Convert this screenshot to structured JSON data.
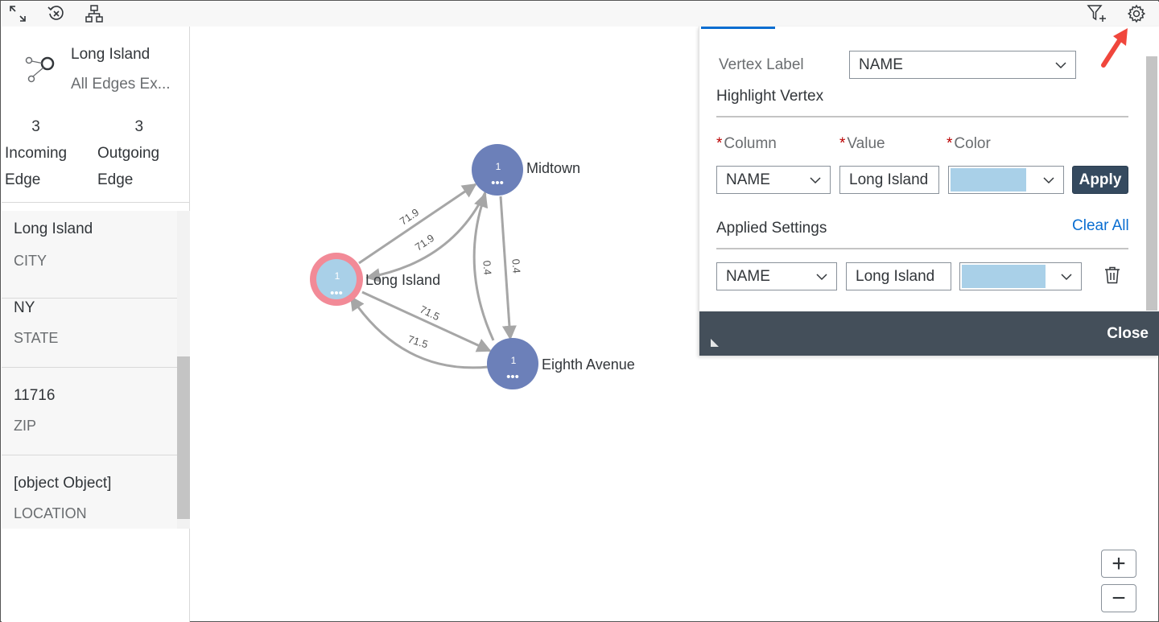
{
  "toolbar": {
    "icons": [
      "expand-icon",
      "clear-selection-icon",
      "hierarchy-icon",
      "add-filter-icon",
      "settings-icon"
    ]
  },
  "vertex_details": {
    "name": "Long Island",
    "subtitle": "All Edges Ex...",
    "incoming": {
      "count": "3",
      "label_line1": "Incoming",
      "label_line2": "Edge"
    },
    "outgoing": {
      "count": "3",
      "label_line1": "Outgoing",
      "label_line2": "Edge"
    },
    "properties": [
      {
        "value": "Long Island",
        "key": "CITY"
      },
      {
        "value": "NY",
        "key": "STATE"
      },
      {
        "value": "11716",
        "key": "ZIP"
      },
      {
        "value": "[object Object]",
        "key": "LOCATION"
      }
    ]
  },
  "graph": {
    "nodes": [
      {
        "id": "long-island",
        "label": "Long Island",
        "badge": "1",
        "dots": "•••",
        "fill": "#a9d0e8",
        "ring": "#f28a97"
      },
      {
        "id": "midtown",
        "label": "Midtown",
        "badge": "1",
        "dots": "•••",
        "fill": "#6c80b9"
      },
      {
        "id": "eighth-avenue",
        "label": "Eighth Avenue",
        "badge": "1",
        "dots": "•••",
        "fill": "#6c80b9"
      }
    ],
    "edges": [
      {
        "from": "long-island",
        "to": "midtown",
        "label": "71.9"
      },
      {
        "from": "midtown",
        "to": "long-island",
        "label": "71.9"
      },
      {
        "from": "midtown",
        "to": "eighth-avenue",
        "label": "0.4"
      },
      {
        "from": "eighth-avenue",
        "to": "midtown",
        "label": "0.4"
      },
      {
        "from": "long-island",
        "to": "eighth-avenue",
        "label": "71.5"
      },
      {
        "from": "eighth-avenue",
        "to": "long-island",
        "label": "71.5"
      }
    ],
    "edge_color": "#a6a6a6"
  },
  "settings": {
    "vertex_label_label": "Vertex Label",
    "vertex_label_value": "NAME",
    "highlight_title": "Highlight Vertex",
    "column_label": "Column",
    "value_label": "Value",
    "color_label": "Color",
    "required_mark": "*",
    "column_value": "NAME",
    "value_value": "Long Island",
    "color_value": "#a9d0e8",
    "apply_label": "Apply",
    "applied_title": "Applied Settings",
    "clear_all_label": "Clear All",
    "applied": {
      "column": "NAME",
      "value": "Long Island",
      "color": "#a9d0e8"
    },
    "close_label": "Close"
  },
  "zoom": {
    "in_label": "+",
    "out_label": "−"
  },
  "colors": {
    "accent": "#0a6ed1",
    "footer": "#444f5a",
    "apply_bg": "#354a5f",
    "annotation_arrow": "#f0463c"
  }
}
